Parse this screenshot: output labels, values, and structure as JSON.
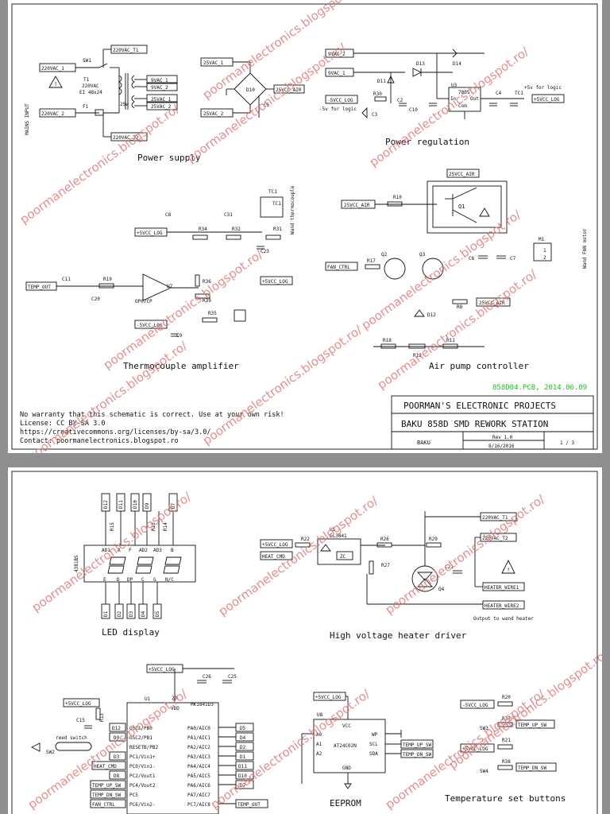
{
  "watermark": "poormanelectronics.blogspot.ro/",
  "sheet1": {
    "sections": {
      "power_supply": "Power supply",
      "power_regulation": "Power regulation",
      "thermocouple_amplifier": "Thermocouple amplifier",
      "air_pump_controller": "Air pump controller"
    },
    "mains_input": "MAINS INPUT",
    "transformer": {
      "ref": "T1",
      "voltage": "220VAC",
      "type": "EI 48x24",
      "power": "25w"
    },
    "power_labels": [
      "220VAC_T1",
      "220VAC_1",
      "220VAC_2",
      "220VAC_T2",
      "9VAC_1",
      "9VAC_2",
      "25VAC_1",
      "25VAC_2"
    ],
    "bridge_labels": [
      "25VAC_1",
      "25VAC_2",
      "25VCC_AIR"
    ],
    "refs": [
      "SW1",
      "F1",
      "D10",
      "C5",
      "D11",
      "D12",
      "D13",
      "D14",
      "R30",
      "C2",
      "C10",
      "U3",
      "C3",
      "C4",
      "TC1",
      "C8",
      "C31",
      "R34",
      "R32",
      "R31",
      "C23",
      "C11",
      "R19",
      "C20",
      "U7",
      "R36",
      "R39",
      "R35",
      "C9",
      "R10",
      "Q1",
      "Q2",
      "Q3",
      "R17",
      "R8",
      "C6",
      "C7",
      "M1",
      "R18",
      "R12",
      "R11"
    ],
    "regulator": {
      "part": "7805",
      "in": "In",
      "out": "Out",
      "com": "Com"
    },
    "reg_labels": [
      "9VAC_2",
      "9VAC_1",
      "-5VCC_LOG",
      "-5v for logic",
      "+5v for logic",
      "+5VCC_LOG"
    ],
    "amp_labels": [
      "+5VCC_LOG",
      "-5VCC_LOG",
      "TEMP_OUT",
      "OP07CP",
      "Wand thermocouple"
    ],
    "pump_labels": [
      "25VCC_AIR",
      "FAN_CTRL",
      "Wand FAN motor",
      "25VCC_AIR"
    ],
    "disclaimer": [
      "No warranty that this schematic is correct. Use at your own risk!",
      "License: CC BY-SA 3.0",
      "https://creativecommons.org/licenses/by-sa/3.0/",
      "Contact: poormanelectronics.blogspot.ro"
    ],
    "pcb_note": "858D04.PCB, 2014.06.09",
    "title_block": {
      "org": "POORMAN'S ELECTRONIC PROJECTS",
      "project": "BAKU 858D SMD REWORK STATION",
      "name": "BAKU",
      "rev": "Rev 1.0",
      "date": "8/16/2016",
      "page": "1 / 3"
    }
  },
  "sheet2": {
    "sections": {
      "led_display": "LED display",
      "hv_heater": "High voltage heater driver",
      "eeprom": "EEPROM",
      "temp_buttons": "Temperature set buttons"
    },
    "digit_nets": [
      "D12",
      "D11",
      "D10",
      "D9",
      "D7"
    ],
    "seg_nets": [
      "D1",
      "D2",
      "D3",
      "D4",
      "D5"
    ],
    "display_part": "4381BS",
    "resistors": [
      "R15",
      "R13",
      "R14"
    ],
    "display_pins": [
      "AD1",
      "A",
      "F",
      "AD2",
      "AD3",
      "B",
      "E",
      "D",
      "DP",
      "C",
      "G",
      "N/C"
    ],
    "heater_labels": [
      "+5VCC_LOG",
      "HEAT_CMD",
      "R22",
      "U5",
      "EL3041",
      "R26",
      "R29",
      "R27",
      "C21",
      "Q4",
      "220VAC_T1",
      "220VAC_T2",
      "HEATER_WIRE1",
      "HEATER_WIRE2",
      "Output to wand heater"
    ],
    "mcu": {
      "ref": "U1",
      "part": "MK1841D3",
      "power": "VDD",
      "left_pins": [
        "OSC1/PB0",
        "OSC2/PB1",
        "RESETB/PB2",
        "PC1/Vin1+",
        "PC0/Vin1-",
        "PC2/Vout1",
        "PC4/Vout2",
        "PC5",
        "PC6/Vin2-"
      ],
      "right_pins": [
        "PA0/AIC0",
        "PA1/AIC1",
        "PA2/AIC2",
        "PA3/AIC3",
        "PA4/AIC4",
        "PA5/AIC5",
        "PA6/AIC6",
        "PA7/AIC7",
        "PC7/AIC8"
      ],
      "left_nets": [
        "D12",
        "D9",
        "",
        "D3",
        "HEAT_CMD",
        "D8",
        "TEMP_UP_SW",
        "TEMP_DN_SW",
        "FAN_CTRL"
      ],
      "right_nets": [
        "D5",
        "D4",
        "D2",
        "D1",
        "D11",
        "D10",
        "D7",
        "",
        "TEMP_OUT"
      ]
    },
    "mcu_labels": [
      "+5VCC_LOG",
      "C26",
      "C25",
      "C15",
      "R13",
      "reed switch",
      "SW2"
    ],
    "eeprom": {
      "ref": "U8",
      "part": "AT24C02N",
      "vcc": "VCC",
      "gnd": "GND",
      "pins": [
        "A0",
        "A1",
        "A2",
        "WP",
        "SCL",
        "SDA"
      ],
      "nets": [
        "TEMP_UP_SW",
        "TEMP_DN_SW"
      ]
    },
    "button_labels": [
      "-5VCC_LOG",
      "R20",
      "SW3",
      "R37",
      "TEMP_UP_SW",
      "+5VCC_LOG",
      "R21",
      "SW4",
      "R38",
      "TEMP_DN_SW"
    ]
  }
}
